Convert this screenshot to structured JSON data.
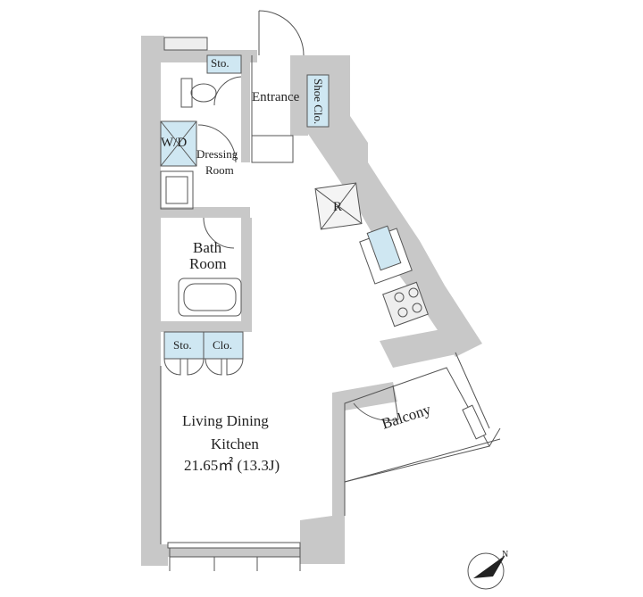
{
  "rooms": {
    "storage_top": "Sto.",
    "entrance": "Entrance",
    "shoe_closet": "Shoe Clo.",
    "washer": "W/D",
    "dressing_line1": "Dressing",
    "dressing_line2": "Room",
    "fridge": "R",
    "bath_line1": "Bath",
    "bath_line2": "Room",
    "storage_mid": "Sto.",
    "closet_mid": "Clo.",
    "ldk_line1": "Living Dining",
    "ldk_line2": "Kitchen",
    "ldk_area": "21.65㎡ (13.3J)",
    "balcony": "Balcony"
  },
  "compass": {
    "letter": "N"
  },
  "colors": {
    "wall": "#c8c8c8",
    "fixture_fill": "#cfe7f2",
    "line": "#555555"
  }
}
